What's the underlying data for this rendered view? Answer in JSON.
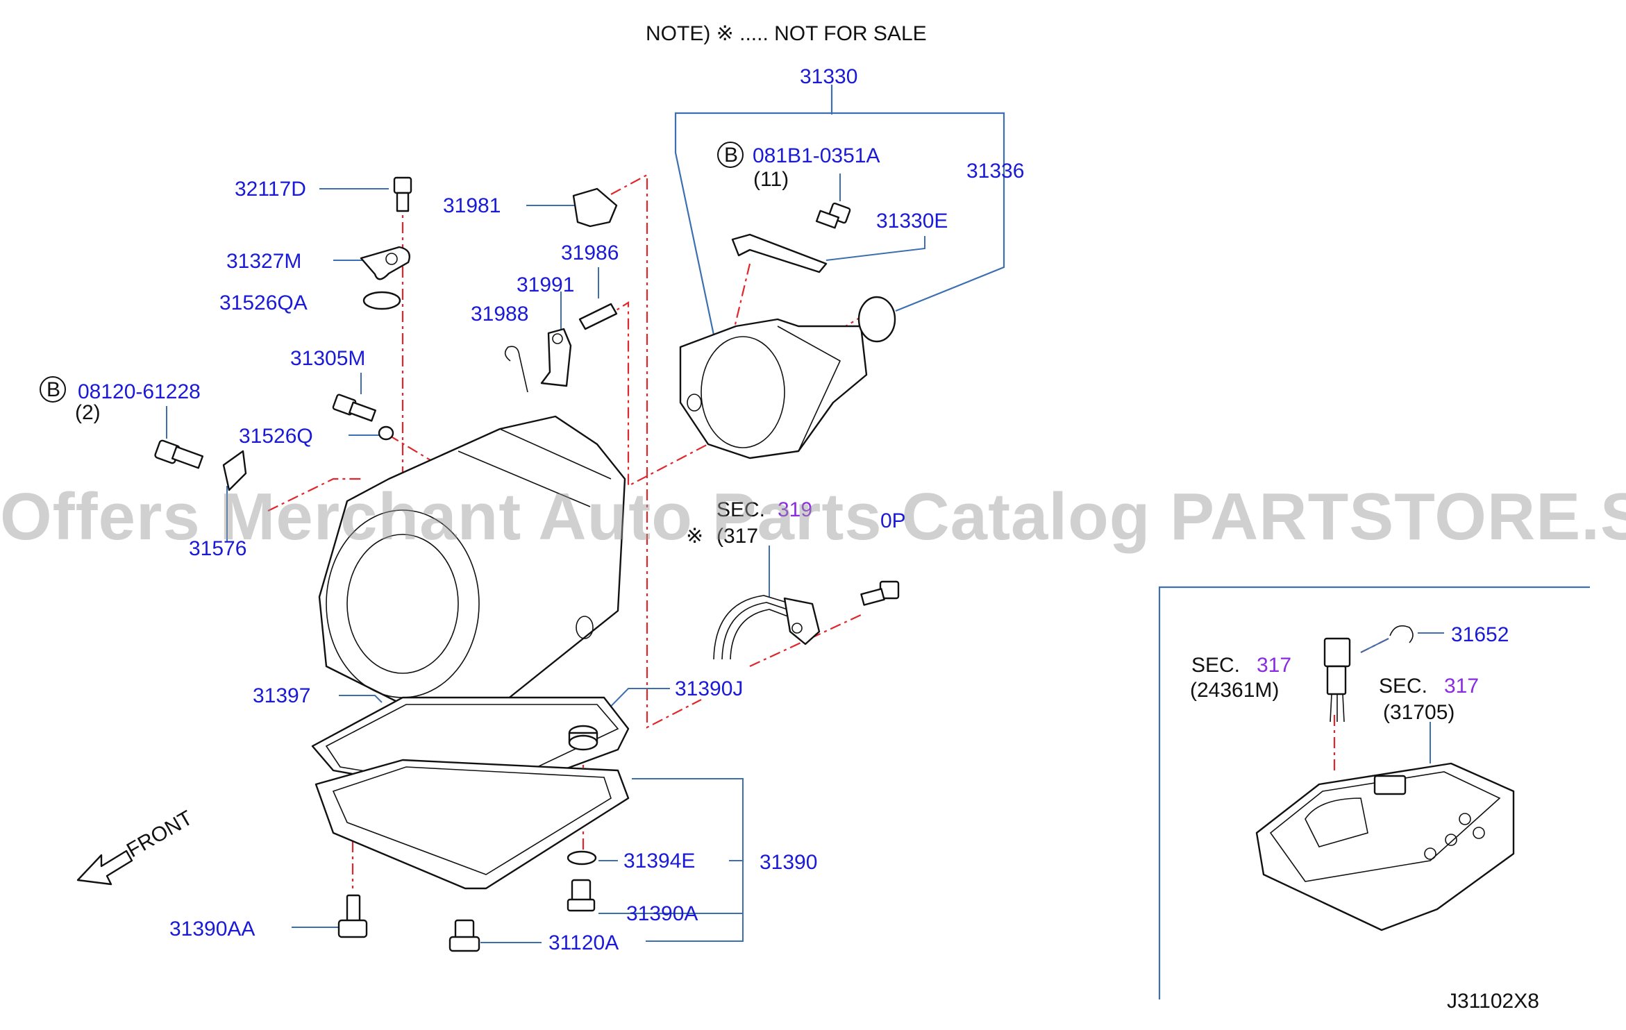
{
  "note": "NOTE)     ※ ..... NOT  FOR  SALE",
  "diagram_code": "J31102X8",
  "watermark": "Offers Merchant Auto Parts Catalog PARTSTORE.SA",
  "front_label": "FRONT",
  "not_for_sale_mark": "※",
  "bolt_prefix": "B",
  "parts": {
    "p31330": "31330",
    "p081B1": "081B1-0351A",
    "p081B1_qty": "(11)",
    "p31336": "31336",
    "p31330E": "31330E",
    "p32117D": "32117D",
    "p31981": "31981",
    "p31986": "31986",
    "p31991": "31991",
    "p31327M": "31327M",
    "p31526QA": "31526QA",
    "p31988": "31988",
    "p31305M": "31305M",
    "p08120": "08120-61228",
    "p08120_qty": "(2)",
    "p31526Q": "31526Q",
    "p31576": "31576",
    "p31390J": "31390J",
    "p31397": "31397",
    "p31394E": "31394E",
    "p31390": "31390",
    "p31390A": "31390A",
    "p31390AA": "31390AA",
    "p31120A": "31120A",
    "p31652": "31652"
  },
  "sec_refs": {
    "sec_word": "SEC.",
    "main_sec_num": "319",
    "main_sec_part": "(317",
    "main_part_tail": "0P",
    "inset1_num": "317",
    "inset1_part": "(24361M)",
    "inset2_num": "317",
    "inset2_part": "(31705)"
  }
}
